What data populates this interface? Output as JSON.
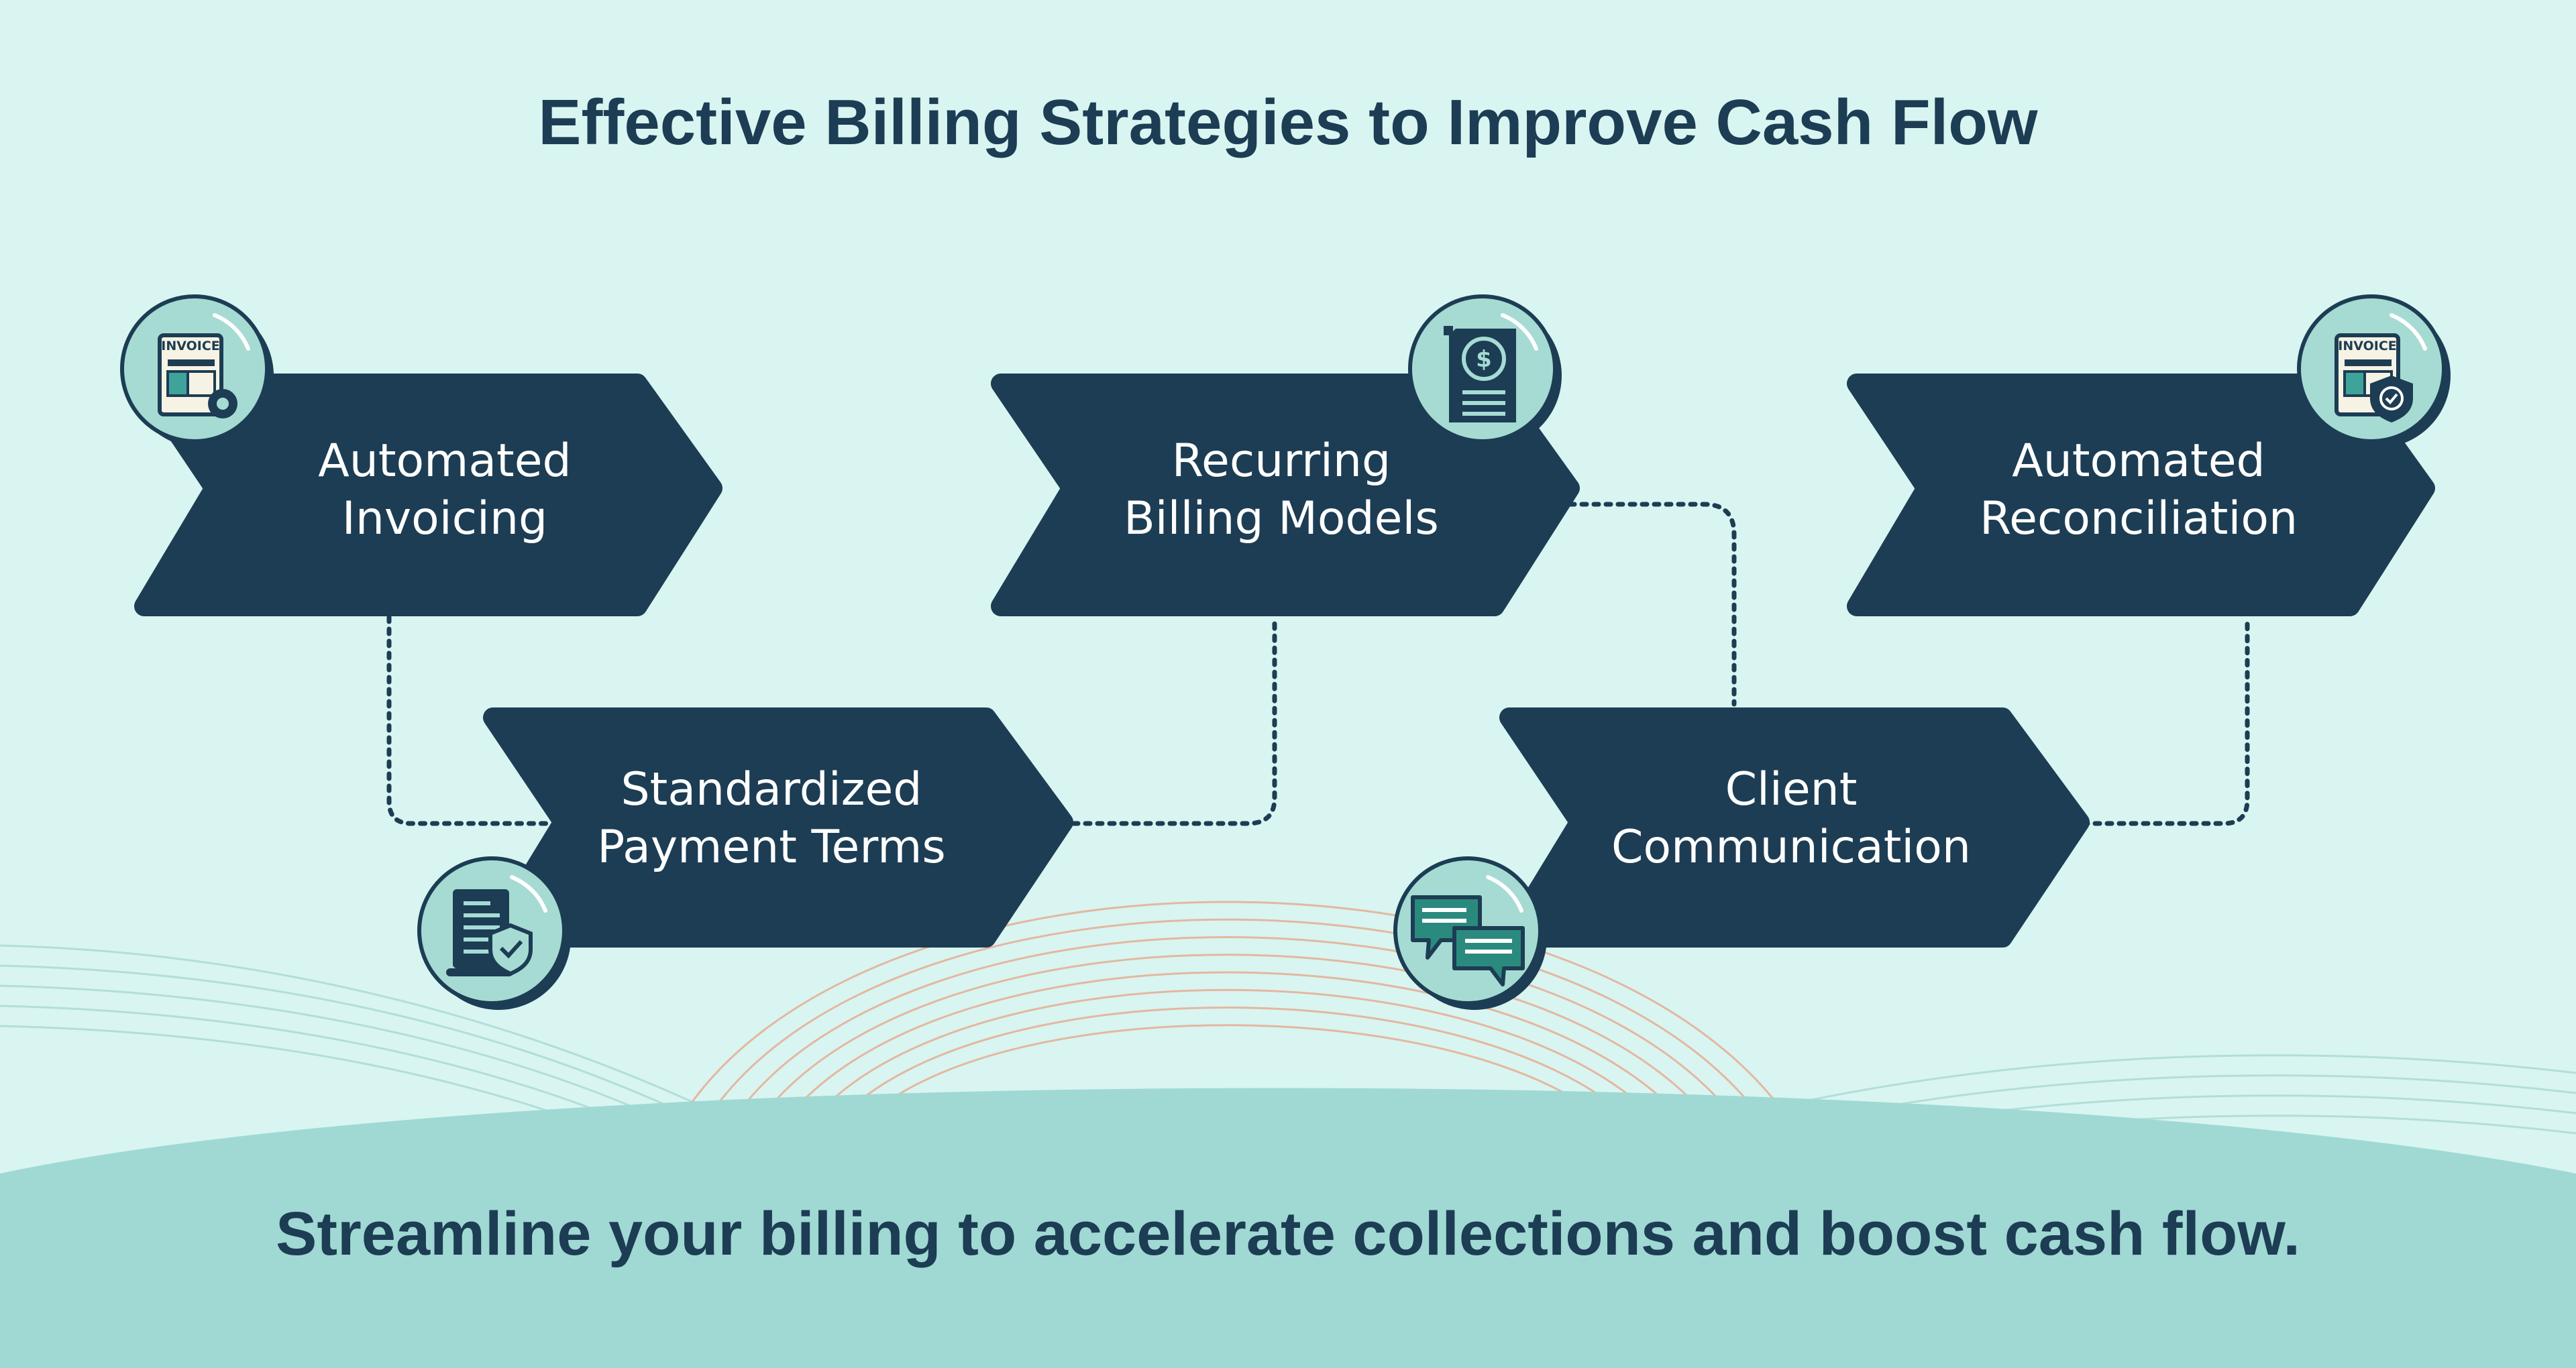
{
  "title": "Effective Billing Strategies to Improve Cash Flow",
  "footer": "Streamline your billing to accelerate collections and boost cash flow.",
  "colors": {
    "background": "#d8f5f1",
    "wave": "#a0d9d3",
    "node": "#1c3d54",
    "icon_circle": "#a6dbd4",
    "connector": "#1c3d54",
    "arc_lines": "#e8a88c"
  },
  "steps": [
    {
      "line1": "Automated",
      "line2": "Invoicing",
      "icon": "invoice-gear-icon"
    },
    {
      "line1": "Standardized",
      "line2": "Payment Terms",
      "icon": "document-shield-icon"
    },
    {
      "line1": "Recurring",
      "line2": "Billing Models",
      "icon": "recurring-dollar-document-icon"
    },
    {
      "line1": "Client",
      "line2": "Communication",
      "icon": "chat-bubbles-icon"
    },
    {
      "line1": "Automated",
      "line2": "Reconciliation",
      "icon": "invoice-shield-check-icon"
    }
  ],
  "invoice_badge": "INVOICE"
}
